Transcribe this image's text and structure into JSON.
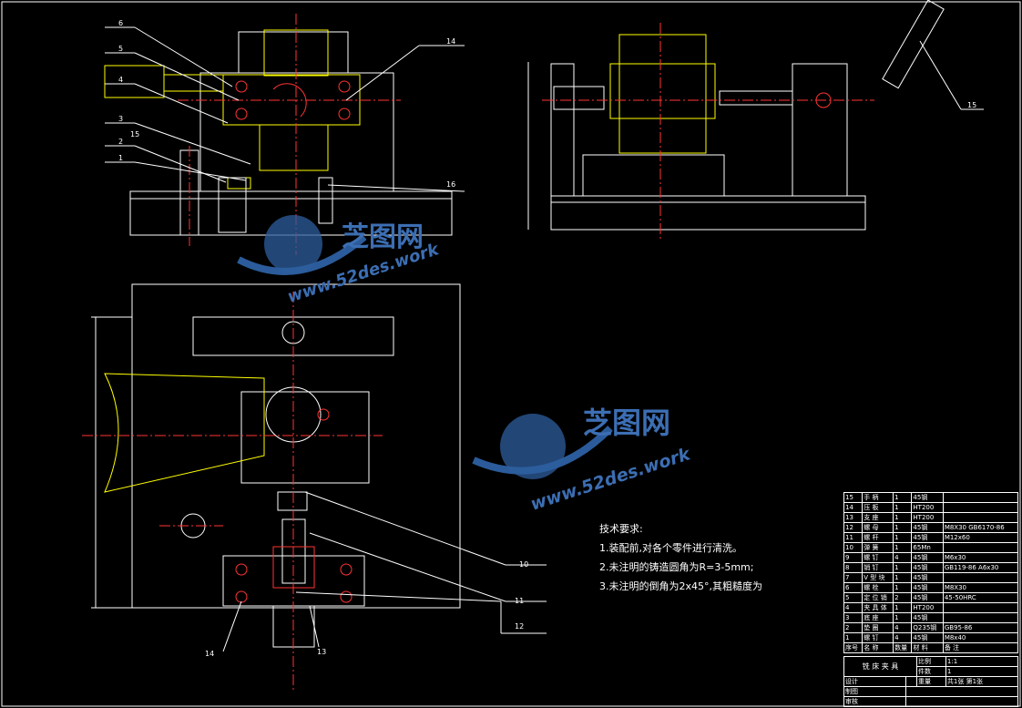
{
  "watermark": {
    "brand": "芝图网",
    "url": "www.52des.work"
  },
  "views": {
    "front_callouts": [
      "6",
      "5",
      "4",
      "3",
      "15",
      "2",
      "1",
      "14",
      "16"
    ],
    "side_callouts": [
      "15"
    ],
    "plan_callouts": [
      "10",
      "11",
      "12",
      "14",
      "13"
    ]
  },
  "technical_requirements": {
    "title": "技术要求:",
    "items": [
      "1.装配前,对各个零件进行清洗。",
      "2.未注明的铸造圆角为R=3-5mm;",
      "3.未注明的倒角为2x45°,其粗糙度为"
    ]
  },
  "bom": {
    "rows": [
      [
        "15",
        "手 柄",
        "1",
        "45钢",
        ""
      ],
      [
        "14",
        "压 板",
        "1",
        "HT200",
        ""
      ],
      [
        "13",
        "支 座",
        "1",
        "HT200",
        ""
      ],
      [
        "12",
        "螺 母",
        "1",
        "45钢",
        "M8X30 GB6170-86"
      ],
      [
        "11",
        "螺 杆",
        "1",
        "45钢",
        "M12x60"
      ],
      [
        "10",
        "弹 簧",
        "1",
        "65Mn",
        ""
      ],
      [
        "9",
        "螺 钉",
        "4",
        "45钢",
        "M6x30"
      ],
      [
        "8",
        "销 钉",
        "1",
        "45钢",
        "GB119-86 A6x30"
      ],
      [
        "7",
        "V 型 块",
        "1",
        "45钢",
        ""
      ],
      [
        "6",
        "螺 栓",
        "1",
        "45钢",
        "M8X30"
      ],
      [
        "5",
        "定 位 销",
        "2",
        "45钢",
        "45-50HRC"
      ],
      [
        "4",
        "夹 具 体",
        "1",
        "HT200",
        ""
      ],
      [
        "3",
        "底 座",
        "1",
        "45钢",
        ""
      ],
      [
        "2",
        "垫 圈",
        "4",
        "Q235钢",
        "GB95-86"
      ],
      [
        "1",
        "螺 钉",
        "4",
        "45钢",
        "M8x40"
      ]
    ],
    "header": [
      "序号",
      "名 称",
      "数量",
      "材 料",
      "备 注"
    ]
  },
  "title_block": {
    "name": "铣 床 夹 具",
    "scale_label": "比例",
    "scale": "1:1",
    "qty_label": "件数",
    "qty": "1",
    "sheet": "共1张 第1张",
    "weight_label": "重量",
    "designer": "设计",
    "drafter": "制图",
    "checker": "审核"
  }
}
